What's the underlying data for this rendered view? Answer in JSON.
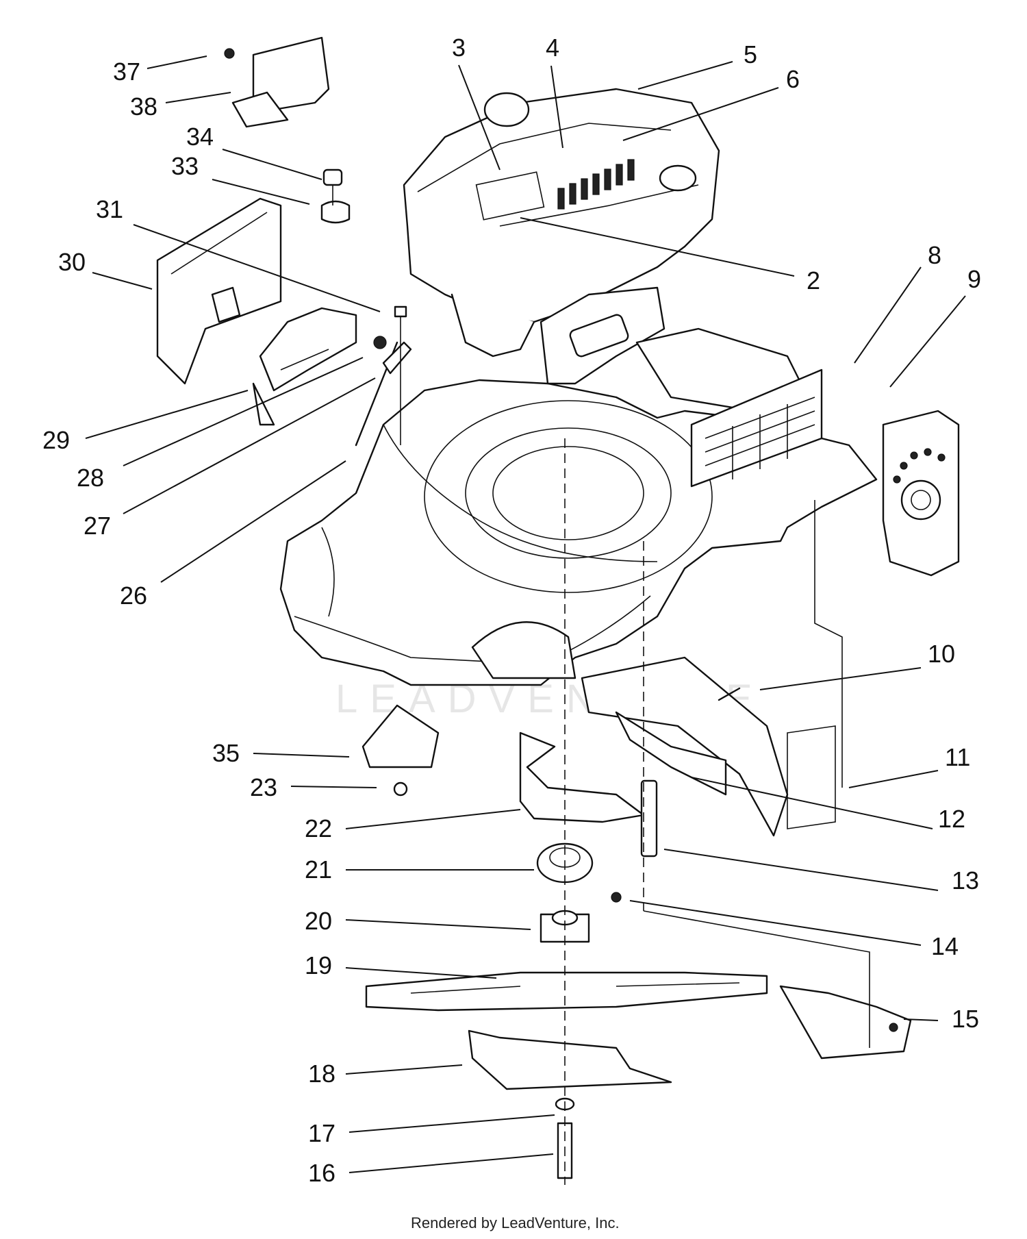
{
  "callouts": [
    {
      "id": "c2",
      "text": "2"
    },
    {
      "id": "c3",
      "text": "3"
    },
    {
      "id": "c4",
      "text": "4"
    },
    {
      "id": "c5",
      "text": "5"
    },
    {
      "id": "c6",
      "text": "6"
    },
    {
      "id": "c8",
      "text": "8"
    },
    {
      "id": "c9",
      "text": "9"
    },
    {
      "id": "c10",
      "text": "10"
    },
    {
      "id": "c11",
      "text": "11"
    },
    {
      "id": "c12",
      "text": "12"
    },
    {
      "id": "c13",
      "text": "13"
    },
    {
      "id": "c14",
      "text": "14"
    },
    {
      "id": "c15",
      "text": "15"
    },
    {
      "id": "c16",
      "text": "16"
    },
    {
      "id": "c17",
      "text": "17"
    },
    {
      "id": "c18",
      "text": "18"
    },
    {
      "id": "c19",
      "text": "19"
    },
    {
      "id": "c20",
      "text": "20"
    },
    {
      "id": "c21",
      "text": "21"
    },
    {
      "id": "c22",
      "text": "22"
    },
    {
      "id": "c23",
      "text": "23"
    },
    {
      "id": "c26",
      "text": "26"
    },
    {
      "id": "c27",
      "text": "27"
    },
    {
      "id": "c28",
      "text": "28"
    },
    {
      "id": "c29",
      "text": "29"
    },
    {
      "id": "c30",
      "text": "30"
    },
    {
      "id": "c31",
      "text": "31"
    },
    {
      "id": "c33",
      "text": "33"
    },
    {
      "id": "c34",
      "text": "34"
    },
    {
      "id": "c35",
      "text": "35"
    },
    {
      "id": "c37",
      "text": "37"
    },
    {
      "id": "c38",
      "text": "38"
    }
  ],
  "watermark": "LEADVENTURE",
  "credit": "Rendered by LeadVenture, Inc."
}
